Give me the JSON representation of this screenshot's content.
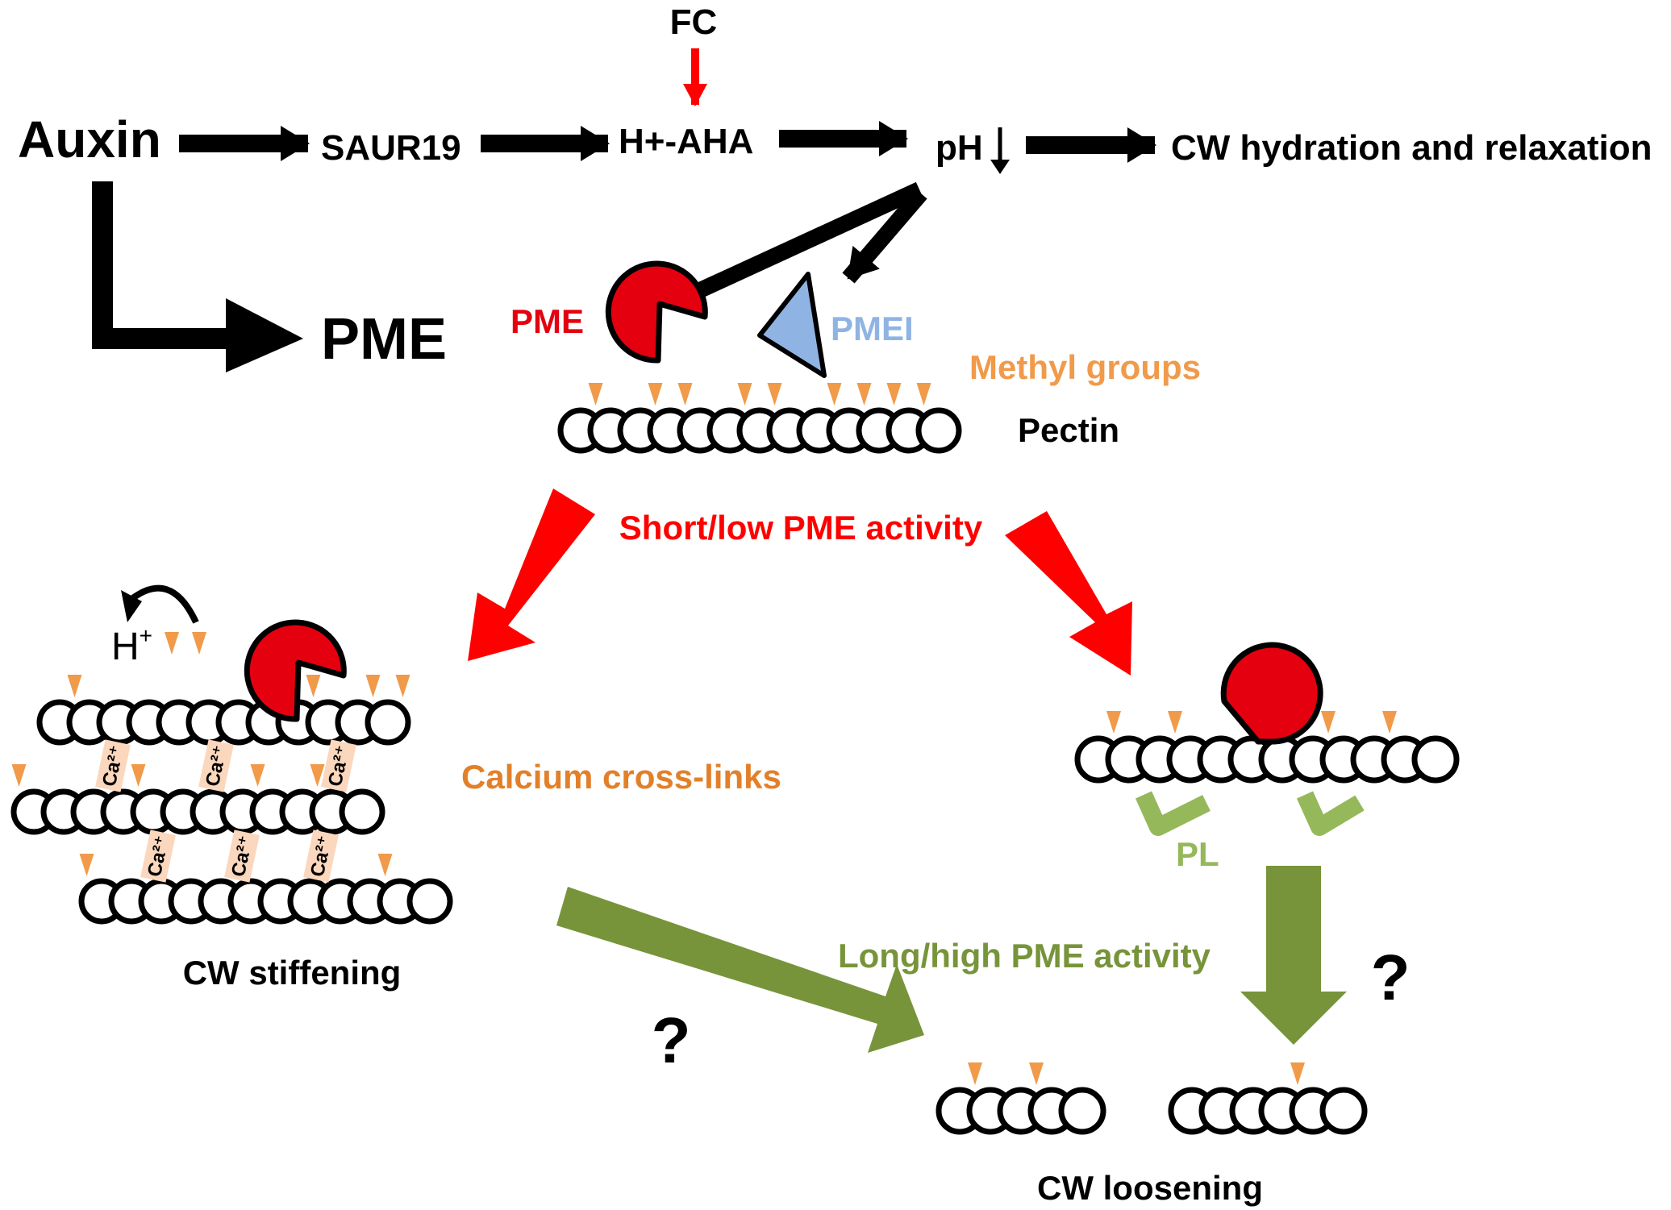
{
  "labels": {
    "fc": "FC",
    "auxin": "Auxin",
    "saur19": "SAUR19",
    "h_aha": "H+-AHA",
    "ph": "pH",
    "cw_hydration": "CW hydration and relaxation",
    "pme_big": "PME",
    "pme_enzyme": "PME",
    "pmei": "PMEI",
    "methyl_groups": "Methyl groups",
    "pectin": "Pectin",
    "short_low": "Short/low PME activity",
    "h_plus_base": "H",
    "h_plus_sup": "+",
    "calcium_crosslinks": "Calcium cross-links",
    "cw_stiffening": "CW stiffening",
    "pl": "PL",
    "long_high": "Long/high PME activity",
    "question_left": "?",
    "question_right": "?",
    "cw_loosening": "CW loosening",
    "ca": "Ca²⁺"
  },
  "colors": {
    "black": "#000000",
    "red": "#ff0000",
    "pme_red": "#e4000f",
    "pmei_blue": "#8fb4e3",
    "orange": "#f09a4a",
    "calcium_text": "#e2802a",
    "ca_fill": "#fbd7bd",
    "green_dark": "#77943a",
    "green_light": "#95b85a"
  }
}
